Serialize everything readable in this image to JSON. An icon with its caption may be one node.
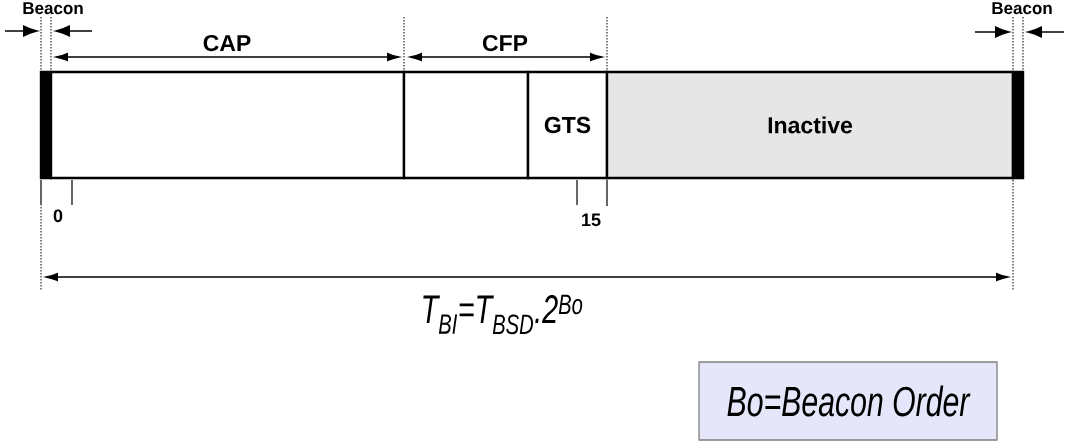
{
  "diagram": {
    "nodes": [
      {
        "text": [],
        "shape": "bar",
        "beside": [
          "Beacon"
        ]
      },
      {
        "text": [],
        "shape": "box",
        "beside": [
          "CAP",
          "0"
        ]
      },
      {
        "text": [],
        "shape": "box"
      },
      {
        "text": [
          "GTS"
        ],
        "beside": [
          "15"
        ]
      },
      {
        "text": [
          "Inactive"
        ]
      },
      {
        "text": [],
        "shape": "bar",
        "beside": [
          "Beacon"
        ]
      },
      {
        "text": [
          "Bo=Beacon Order"
        ]
      }
    ],
    "labels": [
      "CFP",
      "T$_{BI}$=T$_{BSD}$.2$^{Bo}$"
    ]
  }
}
